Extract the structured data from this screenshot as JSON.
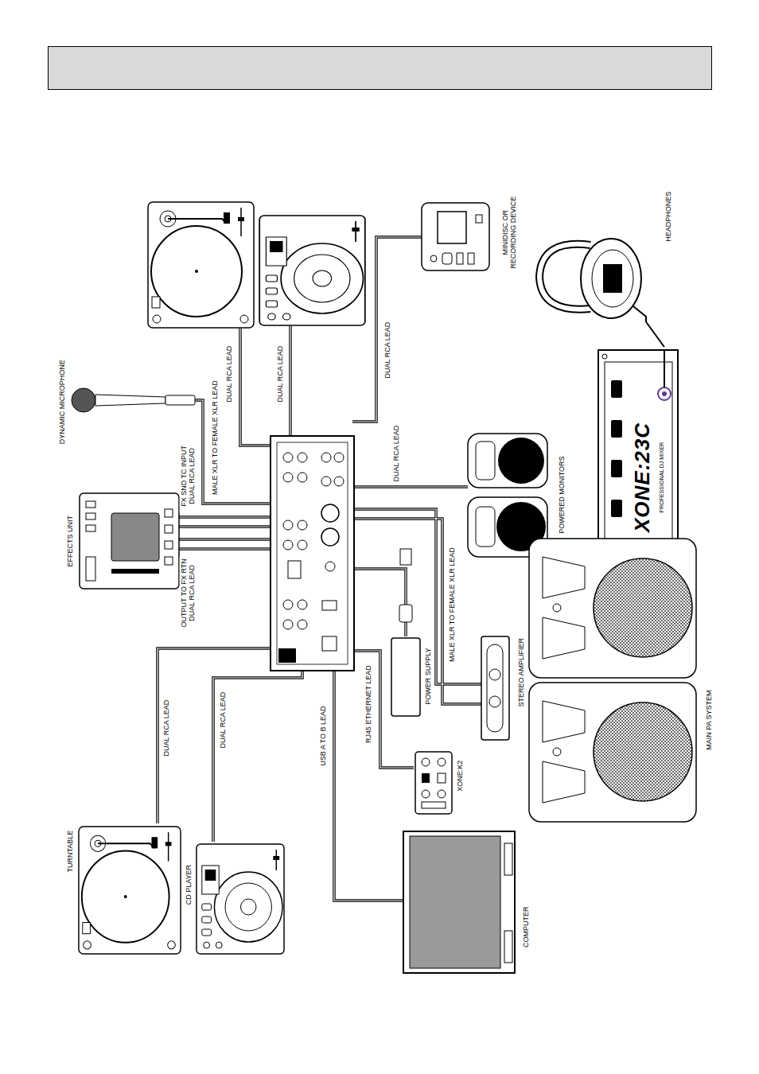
{
  "diagram": {
    "nodes": [
      {
        "text": [
          "TURNTABLE"
        ]
      },
      {
        "text": [
          "CD PLAYER"
        ]
      },
      {
        "text": [
          "COMPUTER"
        ]
      },
      {
        "text": [
          "XONE:K2"
        ]
      },
      {
        "text": [
          "POWER SUPPLY"
        ]
      },
      {
        "text": [
          "STEREO AMPLIFIER"
        ]
      },
      {
        "text": [
          "MAIN PA SYSTEM"
        ]
      },
      {
        "text": [
          "POWERED MONITORS"
        ]
      },
      {
        "text": [
          "XONE:23C",
          "PROFESSIONAL DJ MIXER"
        ]
      },
      {
        "text": [
          "HEADPHONES"
        ]
      },
      {
        "text": [
          "MINIDISC OR RECORDING DEVICE"
        ]
      },
      {
        "text": [
          "DYNAMIC MICROPHONE"
        ]
      },
      {
        "text": [
          "EFFECTS UNIT"
        ]
      }
    ],
    "edges": [
      {
        "from": 9,
        "to": 8,
        "arrow": "none"
      }
    ],
    "labels": [
      "DUAL RCA LEAD",
      "DUAL RCA LEAD",
      "USB A TO B LEAD",
      "RJ45 ETHERNET LEAD",
      "MALE XLR TO FEMALE XLR LEAD",
      "OUTPUT TO FX RTN DUAL RCA LEAD",
      "FX SND TC INPUT DUAL RCA LEAD",
      "MALE XLR TO FEMALE XLR LEAD",
      "DUAL RCA LEAD",
      "DUAL RCA LEAD",
      "DUAL RCA LEAD",
      "DUAL RCA LEAD"
    ]
  }
}
